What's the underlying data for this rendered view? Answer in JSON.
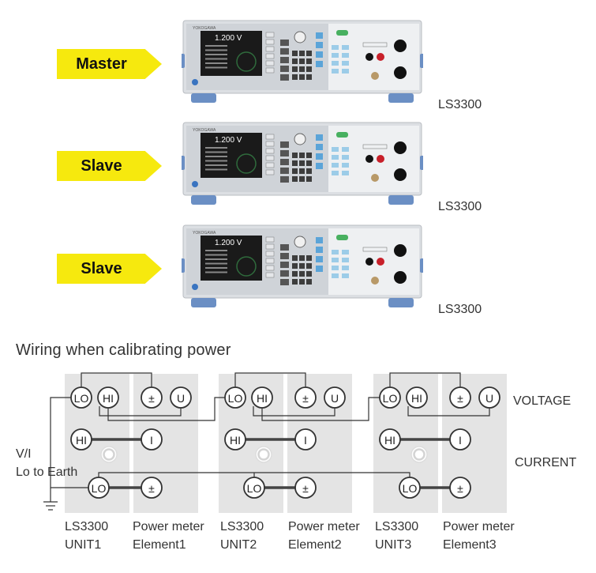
{
  "instruments": [
    {
      "role": "Master",
      "model": "LS3300",
      "brand": "YOKOGAWA",
      "display_value": "1.200",
      "display_unit": "V"
    },
    {
      "role": "Slave",
      "model": "LS3300",
      "brand": "YOKOGAWA",
      "display_value": "1.200",
      "display_unit": "V"
    },
    {
      "role": "Slave",
      "model": "LS3300",
      "brand": "YOKOGAWA",
      "display_value": "1.200",
      "display_unit": "V"
    }
  ],
  "wiring": {
    "title": "Wiring when calibrating power",
    "terminal_labels": {
      "lo": "LO",
      "hi": "HI",
      "pm": "±",
      "u": "U",
      "i": "I"
    },
    "voltage_label": "VOLTAGE",
    "current_label": "CURRENT",
    "earth_label_line1": "V/I",
    "earth_label_line2": "Lo to Earth",
    "units": [
      {
        "ls_line1": "LS3300",
        "ls_line2": "UNIT1",
        "pm_line1": "Power meter",
        "pm_line2": "Element1"
      },
      {
        "ls_line1": "LS3300",
        "ls_line2": "UNIT2",
        "pm_line1": "Power meter",
        "pm_line2": "Element2"
      },
      {
        "ls_line1": "LS3300",
        "ls_line2": "UNIT3",
        "pm_line1": "Power meter",
        "pm_line2": "Element3"
      }
    ]
  }
}
